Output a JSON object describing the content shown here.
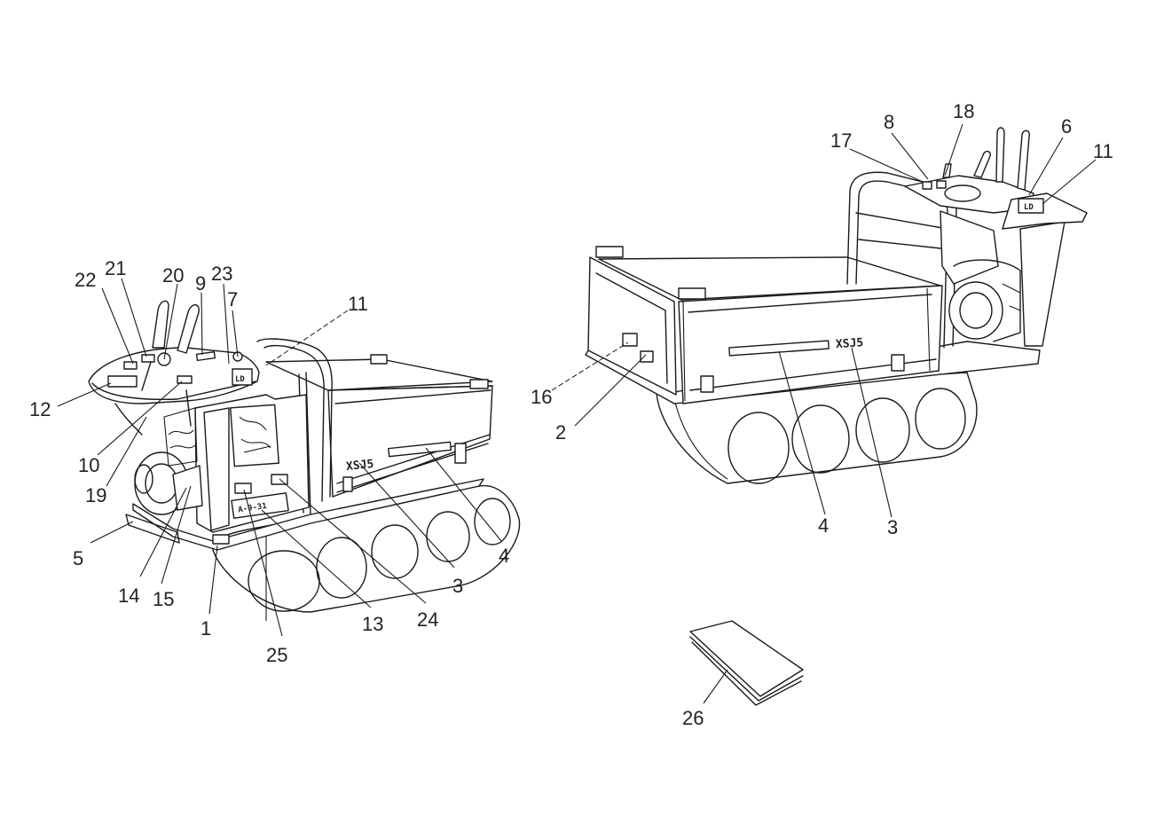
{
  "model_marking": "XSJ5",
  "plate_text": "A-9-31",
  "decal_text": "LD",
  "left_view_callouts": [
    "22",
    "21",
    "20",
    "9",
    "23",
    "7",
    "11",
    "12",
    "10",
    "19",
    "5",
    "14",
    "15",
    "1",
    "25",
    "13",
    "24",
    "3",
    "4"
  ],
  "right_view_callouts": [
    "17",
    "8",
    "18",
    "6",
    "11",
    "16",
    "2",
    "4",
    "3"
  ],
  "manual_callout": "26",
  "colors": {
    "line": "#1a1a1a",
    "background": "#ffffff"
  }
}
